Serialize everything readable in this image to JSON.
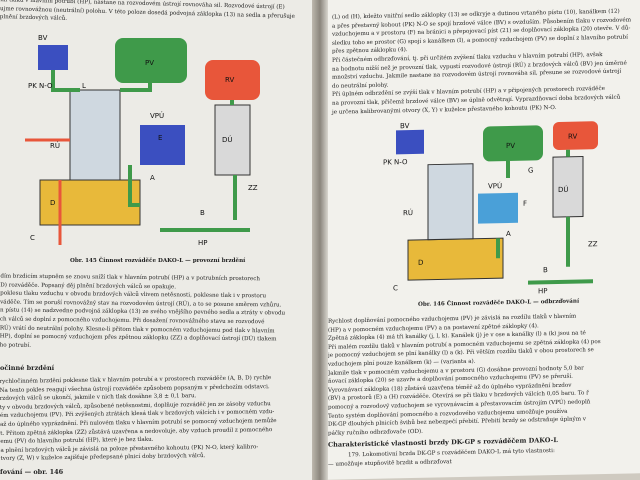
{
  "left_page": {
    "top_lines": [
      "mí tlaku v hlavním potrubí (HP), nastane na rozvodovém ústrojí rovnováha sil. Rozvodové ústrojí (E)",
      "ujme rovnovážnou (neutrální) polohu. V této poloze dosedá podvojná záklopka (13) na sedla a přerušuje",
      "plnění brzdových válců."
    ],
    "diagram_labels": [
      "BV",
      "PV",
      "RV",
      "PK N-O",
      "L",
      "VPÚ",
      "RÚ",
      "DÚ",
      "D",
      "ZZ",
      "HP",
      "C",
      "B",
      "A",
      "E"
    ],
    "caption": "Obr. 145 Činnost rozváděče DAKO-L — provozní brzdění",
    "body1": [
      "dím brzdicím stupněm se znovu sníží tlak v hlavním potrubí (HP) a v potrubních prostorech",
      "D) rozváděče. Popsaný děj plnění brzdových válců se opakuje.",
      "poklesu tlaku vzduchu v obvodu brzdových válců vlivem netěsnosti, poklesne tlak i v prostoru",
      "váděče. Tím se poruší rovnovážný stav na rozvodovém ústrojí (RÚ), a to se posune směrem vzhůru.",
      "n pístu (14) se nadzvedne podvojná záklopka (13) ze svého vnějšího pevného sedla a ztráty v obvodu",
      "ch válců se doplní z pomocného vzduchojemu. Při dosažení rovnovážného stavu se rozvodové",
      "RÚ) vrátí do neutrální polohy. Klesne-li přitom tlak v pomocném vzduchojemu pod tlak v hlavním",
      "HP), doplní se pomocný vzduchojem přes zpětnou záklopku (ZZ) a doplňovací ústrojí (DÚ) tlakem",
      "ho potrubí."
    ],
    "heading1": "očinné brzdění",
    "body2": [
      "rychločinném brzdění poklesne tlak v hlavním potrubí a v prostorech rozváděče (A, B, D) rychle",
      "Na tento pokles reagují všechna ústrojí rozváděče způsobem popsaným v předchozím odstavci.",
      "rzdových válců se ukončí, jakmile v nich tlak dosáhne 3,8 ± 0,1 baru.",
      "ty v obvodu brzdových válců, způsobené netěsnostmi, doplňuje rozváděč jen ze zásoby vzduchu",
      "ém vzduchojemu (PV). Při zvýšených ztrátách klesá tlak v brzdových válcích i v pomocném vzdu-",
      "až do úplného vyprázdnění. Při nulovém tlaku v hlavním potrubí se pomocný vzduchojem nemůže",
      "t. Přitom zpětná záklopka (ZZ) zůstává uzavřena a nedovoluje, aby vzduch proudil z pomocného",
      "emu (PV) do hlavního potrubí (HP), které je bez tlaku.",
      "a plnění brzdových válců je závislá na poloze přestavného kohoutu (PK) N-O, který kalibro-",
      "tvory (Z, W) v kuželce zajišťuje předepsané plnicí doby brzdových válců."
    ],
    "heading2": "fování — obr. 146"
  },
  "right_page": {
    "top_lines": [
      "(L) od (H), kdežto vnitřní sedlo záklopky (13) se odkryje a dutinou vrtaného pístu (10), kanálkem (12)",
      "a přes přestavný kohout (PK) N-O se spojí brzdové válce (BV) s ovzduším. Působením tlaku v rozvodovém",
      "vzduchojemu a v prostoru (F) na bránici a přepojovací píst (21) se doplňovací záklopka (20) otevře. V dů-",
      "sledku toho se prostor (G) spojí s kanálkem (I), a pomocný vzduchojem (PV) se doplní z hlavního potrubí",
      "přes zpětnou záklopku (4).",
      "Při částečném odbrzďování, tj. při určitém zvýšení tlaku vzduchu v hlavním potrubí (HP), avšak",
      "na hodnotu nižší než je provozní tlak, vypustí rozvodové ústrojí (RÚ) z brzdových válců (BV) jen úměrné",
      "množství vzduchu. Jakmile nastane na rozvodovém ústrojí rovnováha sil, přesune se rozvodové ústrojí",
      "do neutrální polohy.",
      "Při úplném odbrzdění se zvýší tlak v hlavním potrubí (HP) a v připojených prostorech rozváděče",
      "na provozní tlak, přičemž brzdové válce (BV) se úplně odvětrají. Vyprazdňovací doba brzdových válců",
      "je určena kalibrovanými otvory (X, Y) v kuželce přestavného kohoutu (PK) N-O."
    ],
    "diagram_labels": [
      "BV",
      "PV",
      "RV",
      "PK N-O",
      "VPÚ",
      "RÚ",
      "DÚ",
      "D",
      "ZZ",
      "HP",
      "C",
      "B",
      "A",
      "F",
      "G"
    ],
    "caption": "Obr. 146 Činnost rozváděče DAKO-L — odbrzďování",
    "body": [
      "Rychlost doplňování pomocného vzduchojemu (PV) je závislá na rozdílu tlaků v hlavním",
      "(HP) a v pomocném vzduchojemu (PV) a na postavení zpětné záklopky (4).",
      "Zpětná záklopka (4) má tři kanálky (j, l, k). Kanálek (j) je v ose a kanálky (l) a (k) jsou na té",
      "Při malém rozdílu tlaků v hlavním potrubí a pomocném vzduchojemu se zpětná záklopka (4) pos",
      "je pomocný vzduchojem se plní kanálky (l) a (k). Při větším rozdílu tlaků v obou prostorech se",
      "vzduchojem plní pouze kanálkem (k) — (varianta a).",
      "Jakmile tlak v pomocném vzduchojemu a v prostoru (G) dosáhne provozní hodnoty 5,0 bar",
      "ňovací záklopka (20) se uzavře a doplňování pomocného vzduchojemu (PV) se přeruší.",
      "Vyrovnávací záklopka (18) zůstává uzavřena téměř až do úplného vyprázdnění brzdov",
      "(BV) a prostorů (E) a (H) rozváděče. Otevírá se při tlaku v brzdových válcích 0,05 baru. To ř",
      "pomocný a rozvodový vzduchojem se vyrovnávacím a přestavovacím ústrojím (VPÚ) nedoplň",
      "Tento systém doplňování pomocného a rozvodového vzduchojemu umožňuje používa",
      "DK-GP dlouhých plnicích švihů bez nebezpečí přebití. Přebití brzdy se odstraňuje úplným v",
      "páčky ručního odbrzďovače (OD)."
    ],
    "heading": "Charakteristické vlastnosti brzdy DK-GP s rozváděčem DAKO-L",
    "item": "179. Lokomotivní brzda DK-GP s rozváděčem DAKO-L má tyto vlastnosti:",
    "item_next": "— umožňuje stupňovitě brzdit a odbrzďovat"
  },
  "colors": {
    "pv": "#3f9a4a",
    "rv": "#e8563a",
    "bv": "#3b4fc0",
    "d": "#e8b93a",
    "e": "#4aa0d8"
  }
}
